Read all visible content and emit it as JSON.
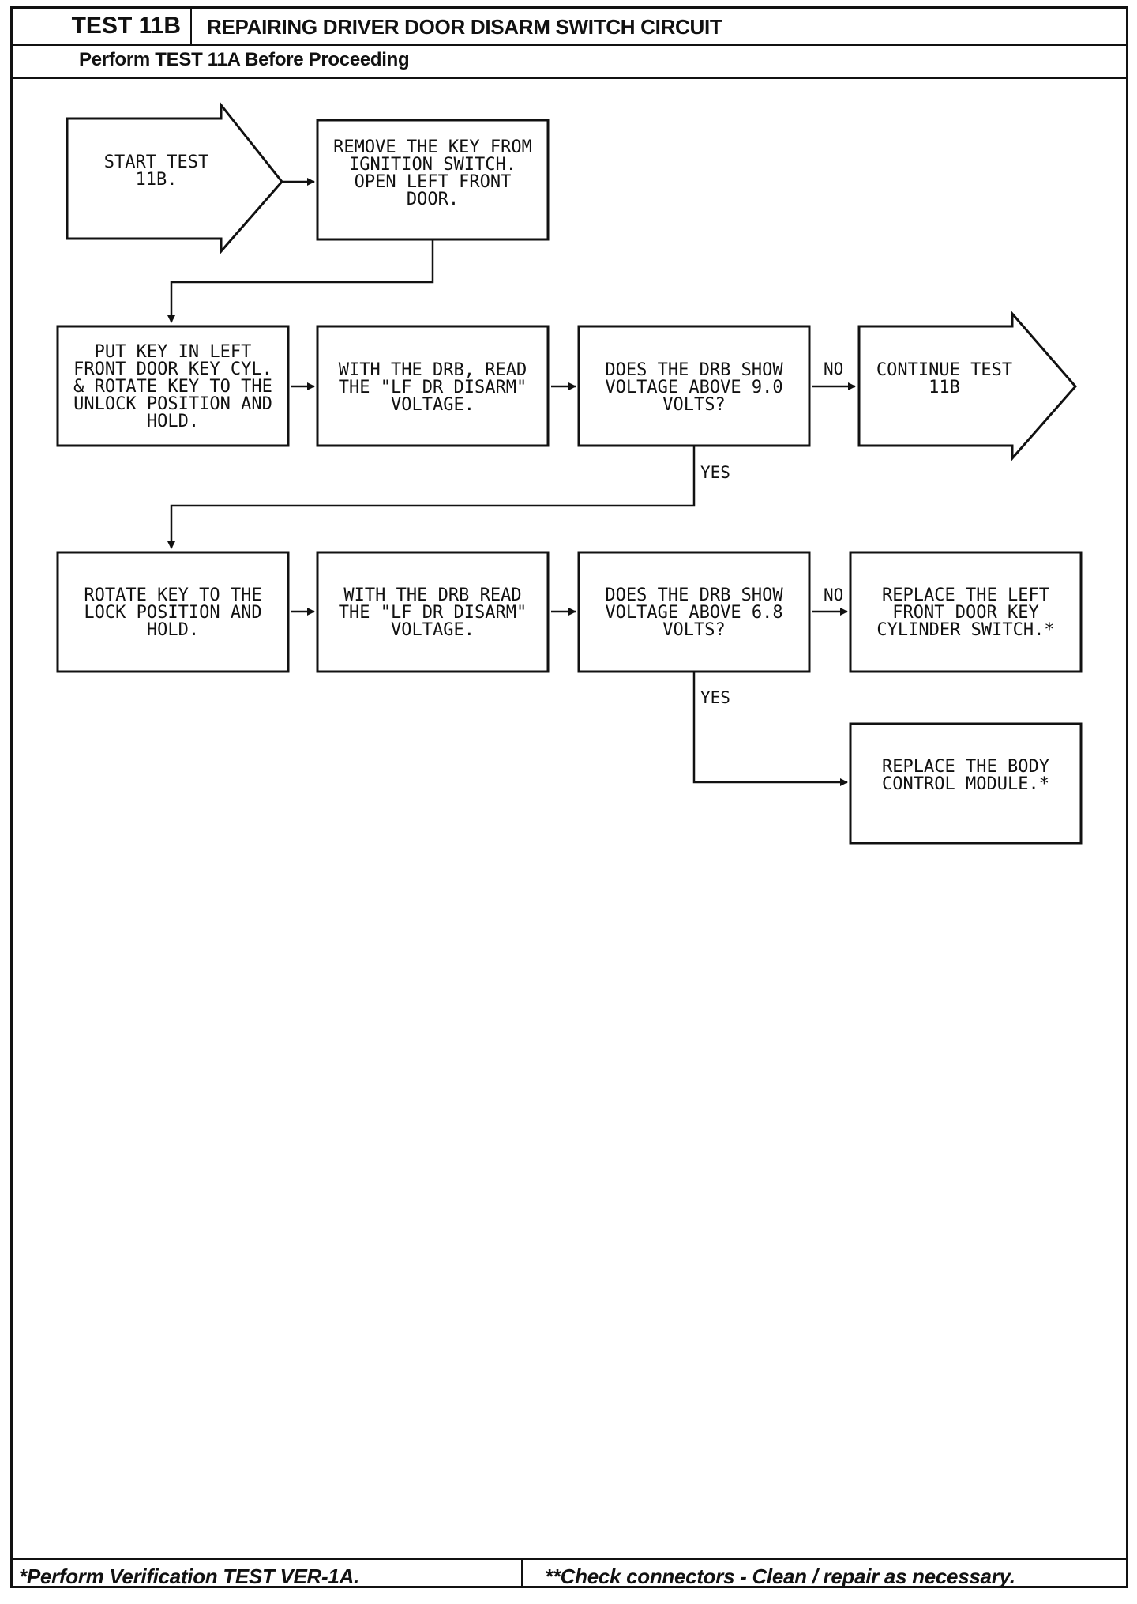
{
  "header": {
    "test_label": "TEST 11B",
    "title": "REPAIRING DRIVER DOOR DISARM SWITCH CIRCUIT",
    "subtitle": "Perform TEST 11A Before Proceeding"
  },
  "nodes": {
    "start": [
      "START TEST",
      "11B."
    ],
    "remove_key": [
      "REMOVE THE KEY FROM",
      "IGNITION SWITCH.",
      "OPEN LEFT FRONT",
      "DOOR."
    ],
    "put_key": [
      "PUT KEY IN LEFT",
      "FRONT DOOR KEY CYL.",
      "& ROTATE KEY TO THE",
      "UNLOCK POSITION AND",
      "HOLD."
    ],
    "read_unlock": [
      "WITH THE DRB, READ",
      "THE \"LF DR DISARM\"",
      "VOLTAGE."
    ],
    "check_9v": [
      "DOES THE DRB SHOW",
      "VOLTAGE ABOVE 9.0",
      "VOLTS?"
    ],
    "continue": [
      "CONTINUE TEST",
      "11B"
    ],
    "rotate_lock": [
      "ROTATE KEY TO THE",
      "LOCK POSITION AND",
      "HOLD."
    ],
    "read_lock": [
      "WITH THE DRB READ",
      "THE \"LF DR DISARM\"",
      "VOLTAGE."
    ],
    "check_68v": [
      "DOES THE DRB SHOW",
      "VOLTAGE ABOVE 6.8",
      "VOLTS?"
    ],
    "replace_switch": [
      "REPLACE THE LEFT",
      "FRONT DOOR KEY",
      "CYLINDER SWITCH.*"
    ],
    "replace_bcm": [
      "REPLACE THE BODY",
      "CONTROL MODULE.*"
    ]
  },
  "edge_labels": {
    "no_1": "NO",
    "yes_1": "YES",
    "no_2": "NO",
    "yes_2": "YES"
  },
  "footer": {
    "left": "*Perform Verification TEST VER-1A.",
    "right": "**Check connectors - Clean / repair as necessary."
  }
}
